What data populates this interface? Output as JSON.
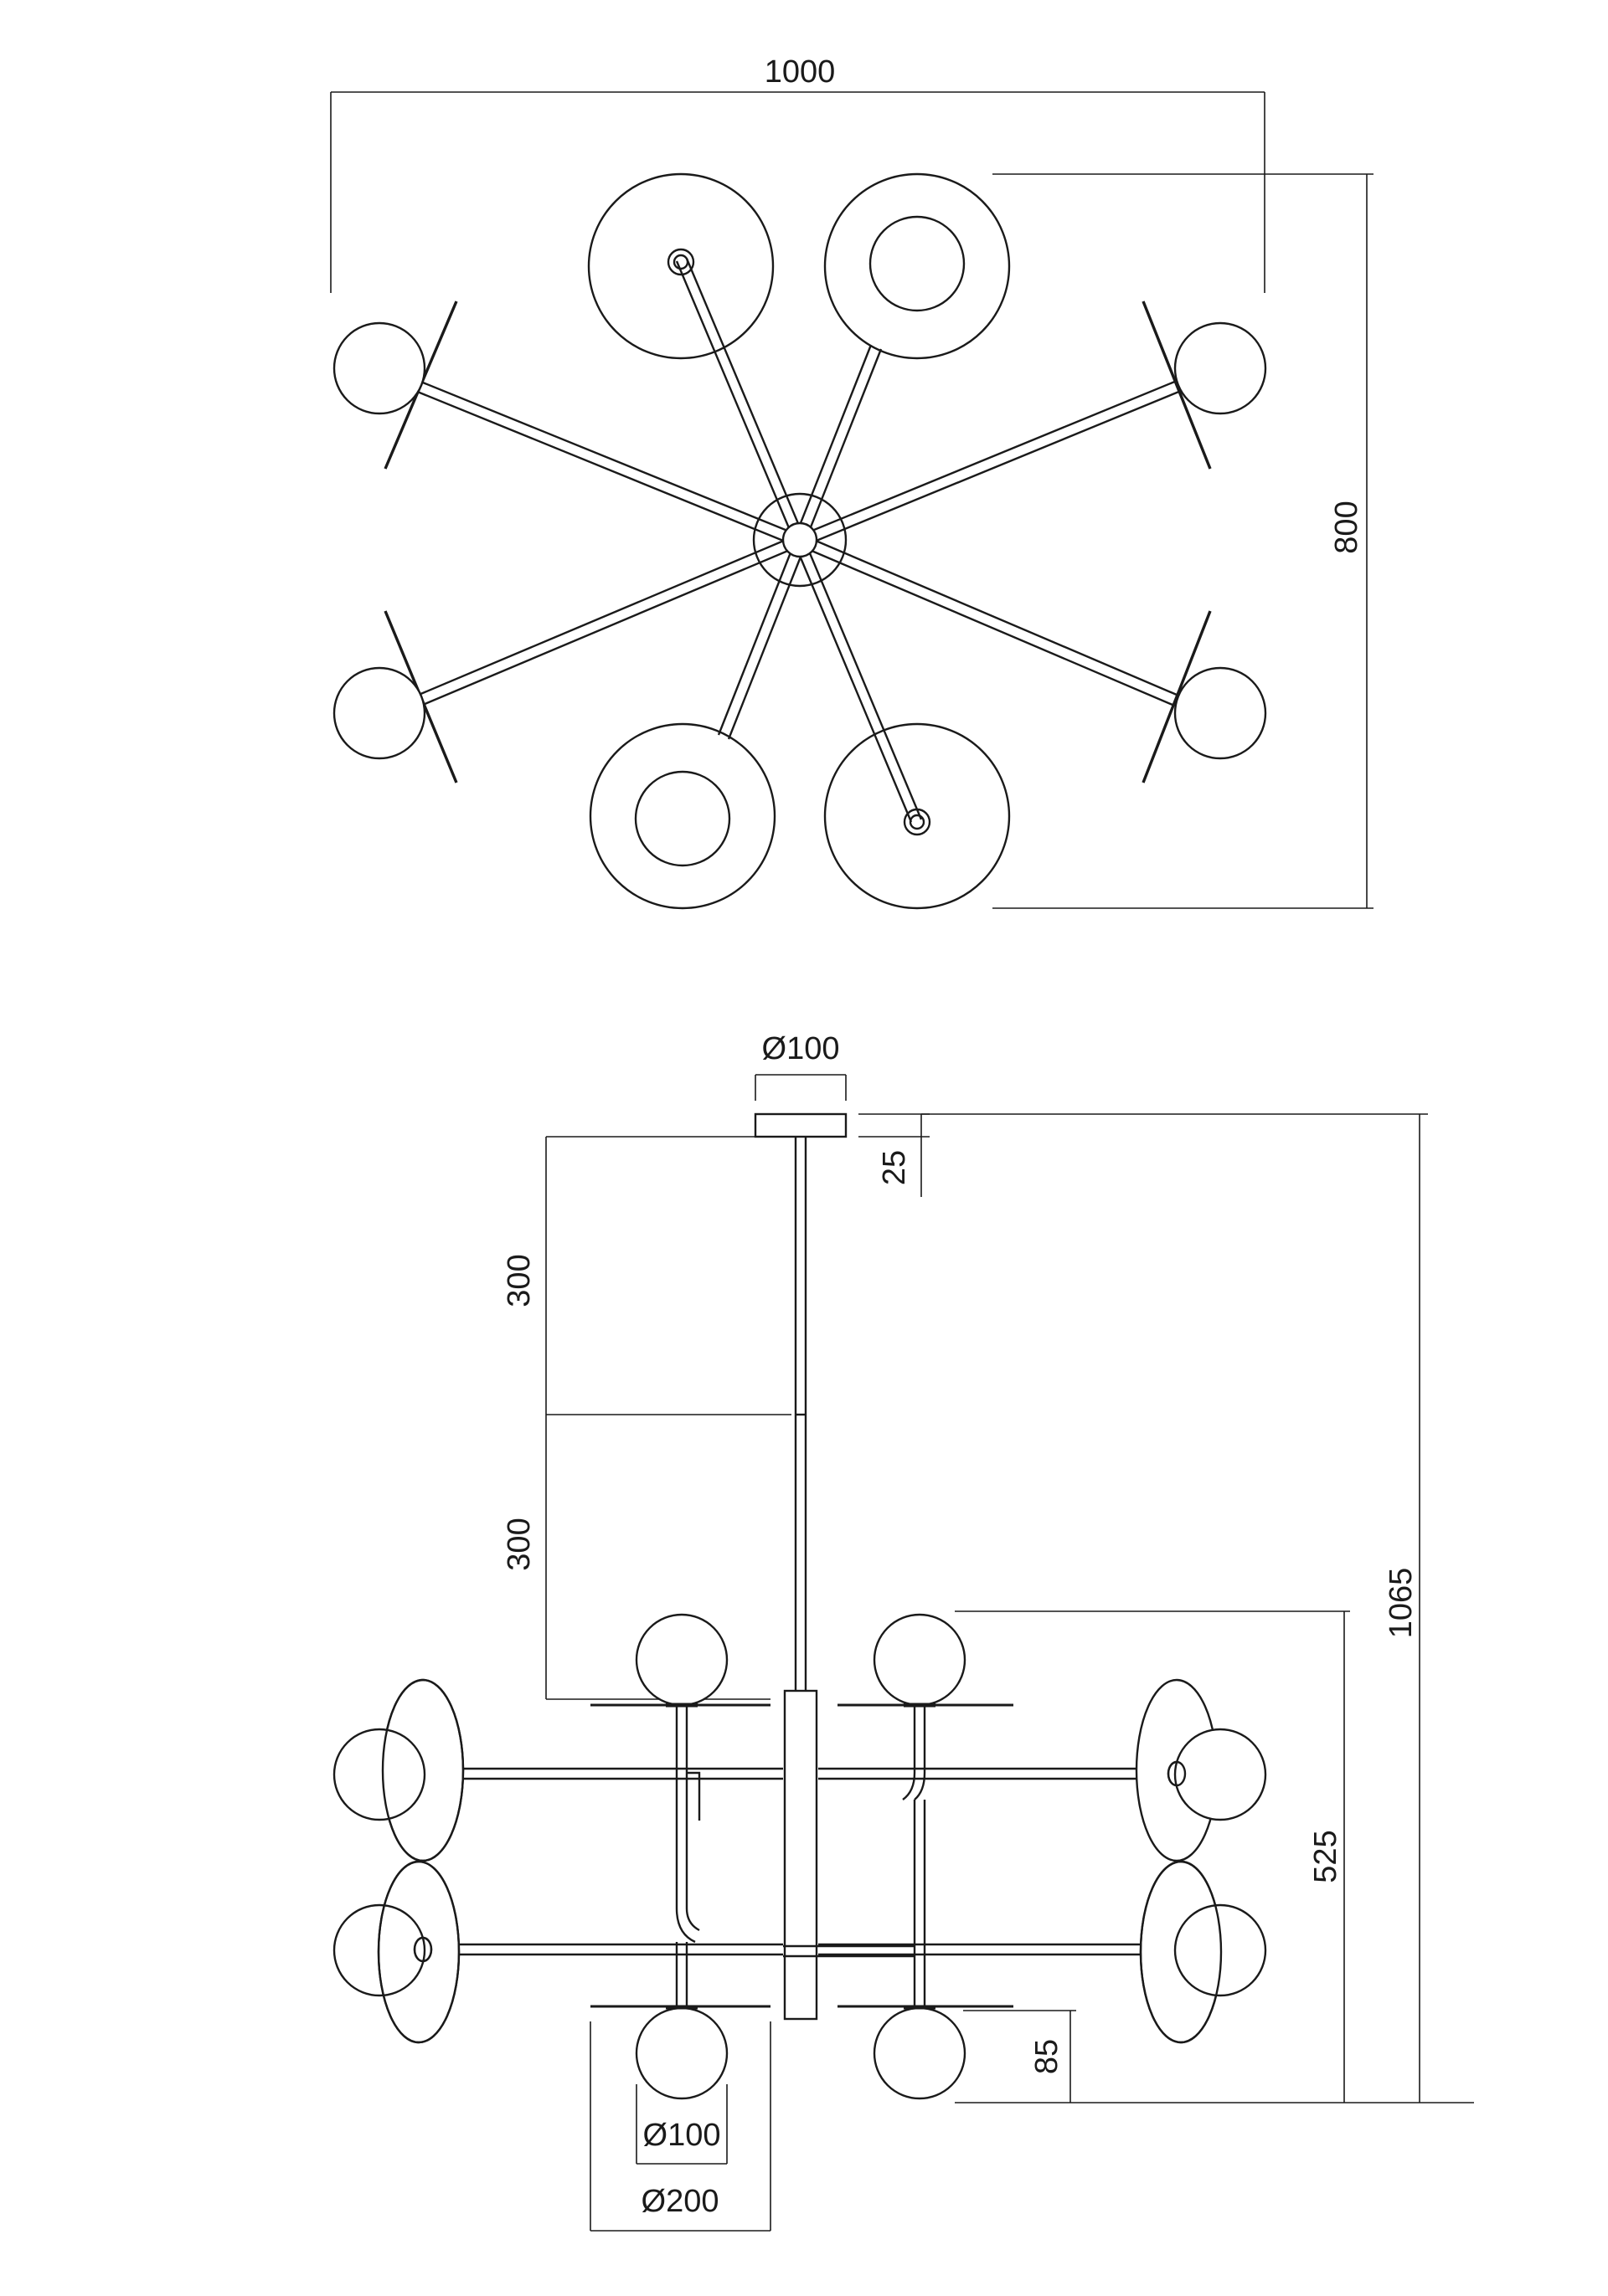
{
  "top_view": {
    "width_label": "1000",
    "depth_label": "800"
  },
  "side_view": {
    "canopy_diameter_label": "Ø100",
    "canopy_height_label": "25",
    "rod_upper_label": "300",
    "rod_lower_label": "300",
    "total_height_label": "1065",
    "body_height_label": "525",
    "globe_drop_label": "85",
    "globe_diameter_label": "Ø100",
    "shade_diameter_label": "Ø200"
  }
}
